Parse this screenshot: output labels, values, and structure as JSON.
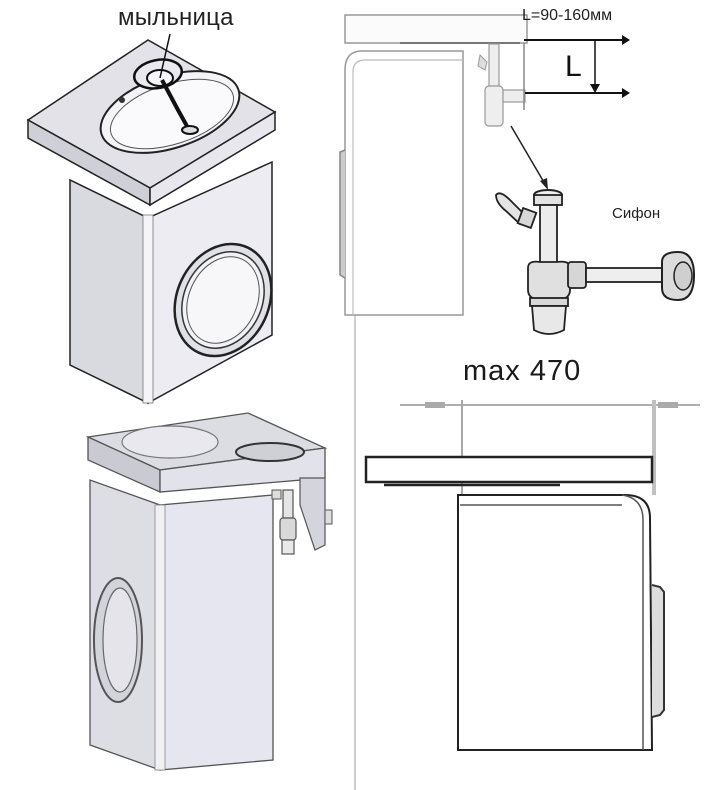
{
  "diagram": {
    "subject": "Washing machine under a sink installation",
    "labels": {
      "soap_dish": "мыльница",
      "drain_offset": "L=90-160мм",
      "drain_offset_symbol": "L",
      "siphon": "Сифон",
      "max_depth": "max 470"
    },
    "panels": [
      {
        "id": "iso-front-view",
        "description": "Isometric view: sink basin with soap dish atop washing machine, door visible on front"
      },
      {
        "id": "side-section-siphon",
        "description": "Side view of sink over washing machine with siphon and drain offset L"
      },
      {
        "id": "siphon-detail",
        "description": "Detailed drawing of bottle siphon with side inlet and horizontal outlet"
      },
      {
        "id": "iso-rear-view",
        "description": "Isometric view from side showing siphon mounted under sink countertop"
      },
      {
        "id": "top-view-depth",
        "description": "Top/plan view showing maximum depth dimension of 470"
      }
    ],
    "colors": {
      "line": "#222222",
      "light_line": "#9a9a9a",
      "fill_light": "#e9e9ef",
      "fill_mid": "#d4d4dc",
      "fill_dark": "#bdbdc6",
      "divider": "#cfcfcf"
    }
  }
}
